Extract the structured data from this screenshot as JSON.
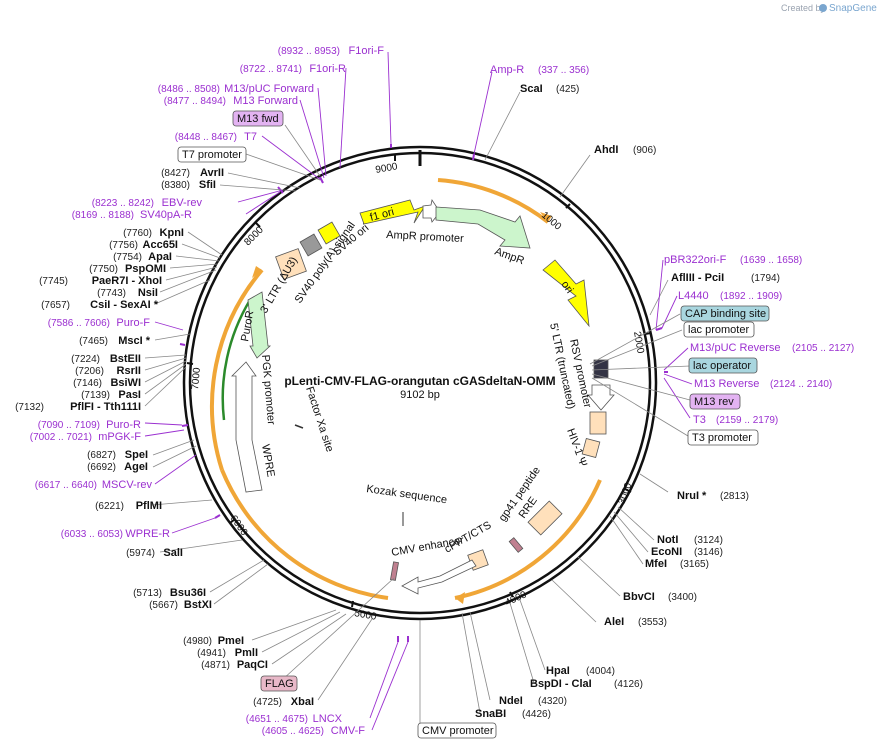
{
  "header": {
    "created_by": "Created by",
    "brand": "SnapGene"
  },
  "plasmid": {
    "name": "pLenti-CMV-FLAG-orangutan cGASdeltaN-OMM",
    "size": "9102 bp"
  },
  "ruler": [
    "1000",
    "2000",
    "3000",
    "4000",
    "5000",
    "6000",
    "7000",
    "8000",
    "9000"
  ],
  "enzymes_right": [
    {
      "name": "ScaI",
      "pos": "(425)"
    },
    {
      "name": "AhdI",
      "pos": "(906)"
    },
    {
      "name": "AflIII  - PciI",
      "pos": "(1794)"
    },
    {
      "name": "NruI *",
      "pos": "(2813)"
    },
    {
      "name": "NotI",
      "pos": "(3124)"
    },
    {
      "name": "EcoNI",
      "pos": "(3146)"
    },
    {
      "name": "MfeI",
      "pos": "(3165)"
    },
    {
      "name": "BbvCI",
      "pos": "(3400)"
    },
    {
      "name": "AleI",
      "pos": "(3553)"
    },
    {
      "name": "HpaI",
      "pos": "(4004)"
    },
    {
      "name": "BspDI  - ClaI",
      "pos": "(4126)"
    },
    {
      "name": "NdeI",
      "pos": "(4320)"
    },
    {
      "name": "SnaBI",
      "pos": "(4426)"
    }
  ],
  "enzymes_left": [
    {
      "name": "AvrII",
      "pos": "(8427)"
    },
    {
      "name": "SfiI",
      "pos": "(8380)"
    },
    {
      "name": "KpnI",
      "pos": "(7760)"
    },
    {
      "name": "Acc65I",
      "pos": "(7756)"
    },
    {
      "name": "ApaI",
      "pos": "(7754)"
    },
    {
      "name": "PspOMI",
      "pos": "(7750)"
    },
    {
      "name": "PaeR7I  - XhoI",
      "pos": "(7745)"
    },
    {
      "name": "NsiI",
      "pos": "(7743)"
    },
    {
      "name": "CsiI  - SexAI *",
      "pos": "(7657)"
    },
    {
      "name": "MscI *",
      "pos": "(7465)"
    },
    {
      "name": "BstEII",
      "pos": "(7224)"
    },
    {
      "name": "RsrII",
      "pos": "(7206)"
    },
    {
      "name": "BsiWI",
      "pos": "(7146)"
    },
    {
      "name": "PasI",
      "pos": "(7139)"
    },
    {
      "name": "PflFI  - Tth111I",
      "pos": "(7132)"
    },
    {
      "name": "SpeI",
      "pos": "(6827)"
    },
    {
      "name": "AgeI",
      "pos": "(6692)"
    },
    {
      "name": "PflMI",
      "pos": "(6221)"
    },
    {
      "name": "SalI",
      "pos": "(5974)"
    },
    {
      "name": "Bsu36I",
      "pos": "(5713)"
    },
    {
      "name": "BstXI",
      "pos": "(5667)"
    },
    {
      "name": "PmeI",
      "pos": "(4980)"
    },
    {
      "name": "PmlI",
      "pos": "(4941)"
    },
    {
      "name": "PaqCI",
      "pos": "(4871)"
    },
    {
      "name": "XbaI",
      "pos": "(4725)"
    }
  ],
  "primers": [
    {
      "pos": "(8932 .. 8953)",
      "name": "F1ori-F"
    },
    {
      "pos": "(8722 .. 8741)",
      "name": "F1ori-R"
    },
    {
      "pos": "(8486 .. 8508)",
      "name": "M13/pUC Forward"
    },
    {
      "pos": "(8477 .. 8494)",
      "name": "M13 Forward"
    },
    {
      "pos": "(8448 .. 8467)",
      "name": "T7"
    },
    {
      "pos": "(8223 .. 8242)",
      "name": "EBV-rev"
    },
    {
      "pos": "(8169 .. 8188)",
      "name": "SV40pA-R"
    },
    {
      "pos": "(7586 .. 7606)",
      "name": "Puro-F"
    },
    {
      "pos": "(7090 .. 7109)",
      "name": "Puro-R"
    },
    {
      "pos": "(7002 .. 7021)",
      "name": "mPGK-F"
    },
    {
      "pos": "(6617 .. 6640)",
      "name": "MSCV-rev"
    },
    {
      "pos": "(6033 .. 6053)",
      "name": "WPRE-R"
    },
    {
      "pos": "(4651 .. 4675)",
      "name": "LNCX"
    },
    {
      "pos": "(4605 .. 4625)",
      "name": "CMV-F"
    },
    {
      "name": "Amp-R",
      "pos": "(337 .. 356)"
    },
    {
      "name": "pBR322ori-F",
      "pos": "(1639 .. 1658)"
    },
    {
      "name": "L4440",
      "pos": "(1892 .. 1909)"
    },
    {
      "name": "M13/pUC Reverse",
      "pos": "(2105 .. 2127)"
    },
    {
      "name": "M13 Reverse",
      "pos": "(2124 .. 2140)"
    },
    {
      "name": "T3",
      "pos": "(2159 .. 2179)"
    }
  ],
  "boxes": [
    {
      "label": "M13 fwd",
      "color": "#e3b3f2"
    },
    {
      "label": "T7 promoter",
      "color": "#ffffff"
    },
    {
      "label": "CAP binding site",
      "color": "#a9d6df"
    },
    {
      "label": "lac promoter",
      "color": "#ffffff"
    },
    {
      "label": "lac operator",
      "color": "#a9d6df"
    },
    {
      "label": "M13 rev",
      "color": "#e3b3f2"
    },
    {
      "label": "T3 promoter",
      "color": "#ffffff"
    },
    {
      "label": "FLAG",
      "color": "#e8b8c8"
    },
    {
      "label": "CMV promoter",
      "color": "#ffffff"
    }
  ],
  "features": [
    {
      "label": "f1 ori"
    },
    {
      "label": "AmpR promoter"
    },
    {
      "label": "AmpR"
    },
    {
      "label": "ori"
    },
    {
      "label": "RSV promoter"
    },
    {
      "label": "5' LTR (truncated)"
    },
    {
      "label": "HIV-1 Ψ"
    },
    {
      "label": "gp41 peptide"
    },
    {
      "label": "RRE"
    },
    {
      "label": "cPPT/CTS"
    },
    {
      "label": "CMV enhancer"
    },
    {
      "label": "Kozak sequence"
    },
    {
      "label": "Factor Xa site"
    },
    {
      "label": "WPRE"
    },
    {
      "label": "PGK promoter"
    },
    {
      "label": "PuroR"
    },
    {
      "label": "3' LTR (ΔU3)"
    },
    {
      "label": "SV40 poly(A) signal"
    },
    {
      "label": "SV40 ori"
    }
  ],
  "colors": {
    "primer": "#9b30d0",
    "orf_arc": "#f0a637",
    "ampr": "#ccf5cc",
    "ori": "#ffff00",
    "promoter": "#ffffff",
    "ltr": "#ffe0bb",
    "grey": "#999999"
  }
}
